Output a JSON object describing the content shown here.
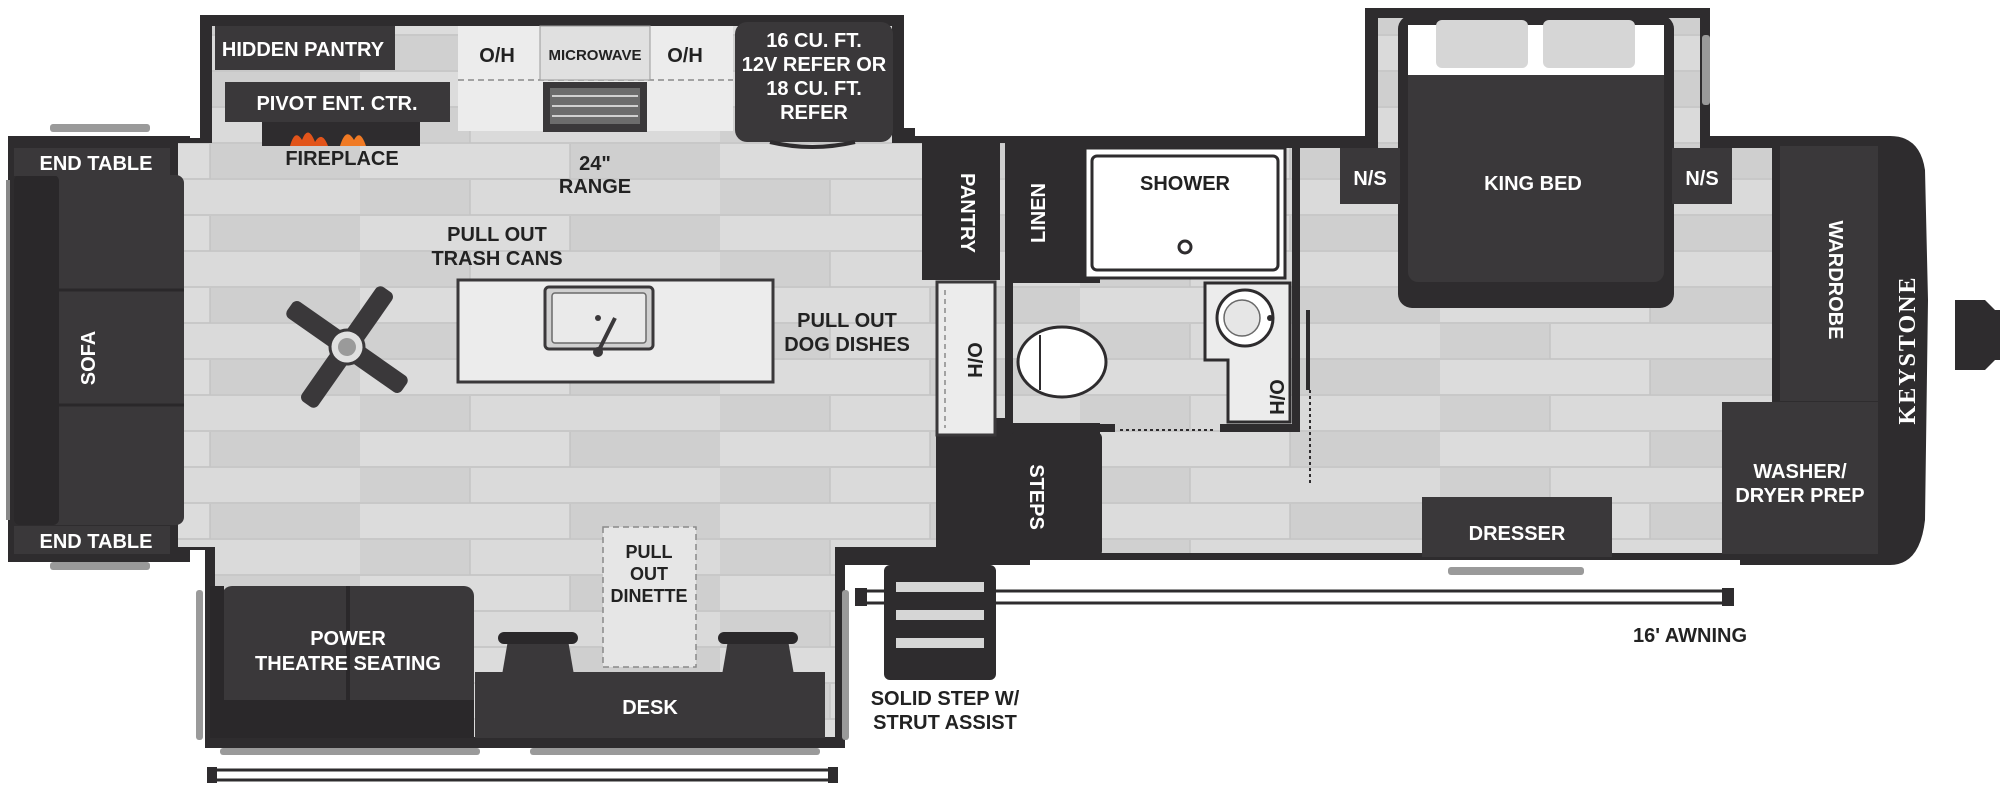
{
  "colors": {
    "wall": "#2e2c2e",
    "floor": "#d3d3d3",
    "furniture": "#3a383a",
    "counter": "#ececec",
    "label_dark": "#222222",
    "label_light": "#ffffff",
    "flame": "#e2541a"
  },
  "labels": {
    "hidden_pantry": "HIDDEN PANTRY",
    "pivot_ent_ctr": "PIVOT ENT. CTR.",
    "fireplace": "FIREPLACE",
    "oh_left": "O/H",
    "microwave": "MICROWAVE",
    "oh_right": "O/H",
    "refer_1": "16 CU. FT.",
    "refer_2": "12V REFER OR",
    "refer_3": "18 CU. FT.",
    "refer_4": "REFER",
    "range_1": "24\"",
    "range_2": "RANGE",
    "end_table_top": "END TABLE",
    "end_table_bottom": "END TABLE",
    "sofa": "SOFA",
    "trash_1": "PULL OUT",
    "trash_2": "TRASH CANS",
    "dog_1": "PULL OUT",
    "dog_2": "DOG DISHES",
    "pantry": "PANTRY",
    "linen": "LINEN",
    "shower": "SHOWER",
    "oh_pantry": "O/H",
    "oh_bath": "O/H",
    "steps": "STEPS",
    "ns_left": "N/S",
    "king_bed": "KING BED",
    "ns_right": "N/S",
    "wardrobe": "WARDROBE",
    "keystone": "KEYSTONE",
    "washer_1": "WASHER/",
    "washer_2": "DRYER PREP",
    "dresser": "DRESSER",
    "awning": "16' AWNING",
    "theatre_1": "POWER",
    "theatre_2": "THEATRE SEATING",
    "dinette_1": "PULL",
    "dinette_2": "OUT",
    "dinette_3": "DINETTE",
    "desk": "DESK",
    "step_1": "SOLID STEP W/",
    "step_2": "STRUT ASSIST"
  }
}
